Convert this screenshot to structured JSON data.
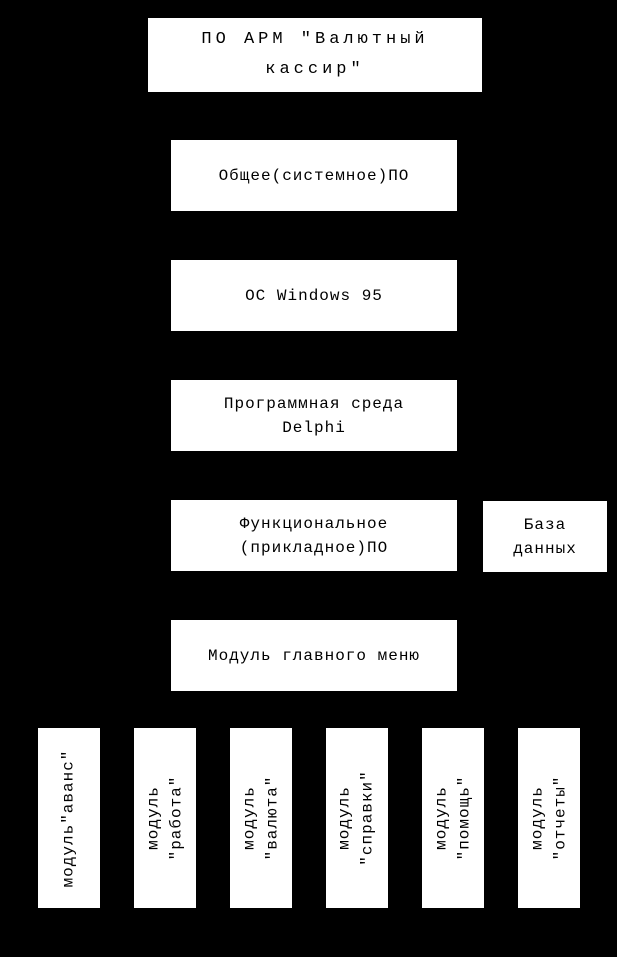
{
  "diagram": {
    "title": "ПО АРМ \"Валютный\nкассир\"",
    "layers": [
      {
        "id": "system-software",
        "label": "Общее(системное)ПО"
      },
      {
        "id": "os",
        "label": "ОС Windows 95"
      },
      {
        "id": "delphi-environment",
        "label": "Программная среда\nDelphi"
      },
      {
        "id": "functional-software",
        "label": "Функциональное\n(прикладное)ПО"
      },
      {
        "id": "main-menu-module",
        "label": "Модуль главного меню"
      }
    ],
    "database_box": {
      "label": "База\nданных"
    },
    "modules": [
      {
        "label": "модуль\"аванс\""
      },
      {
        "label": "модуль\n\"работа\""
      },
      {
        "label": "модуль\n\"валюта\""
      },
      {
        "label": "модуль\n\"справки\""
      },
      {
        "label": "модуль\n\"помощь\""
      },
      {
        "label": "модуль\n\"отчеты\""
      }
    ],
    "colors": {
      "background": "#000000",
      "box_background": "#ffffff",
      "box_text": "#000000"
    }
  }
}
